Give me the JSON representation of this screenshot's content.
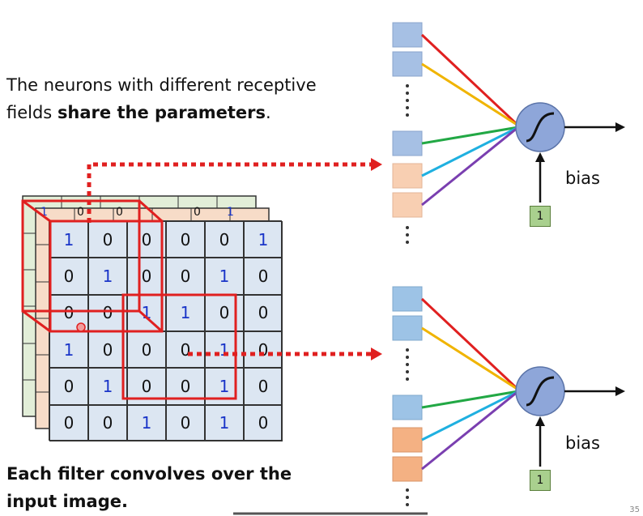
{
  "text": {
    "top_line1": "The neurons with different receptive",
    "top_line2_a": "fields ",
    "top_line2_b": "share the parameters",
    "top_line2_c": ".",
    "bottom_line1": "Each filter convolves over the",
    "bottom_line2": "input image."
  },
  "neurons": [
    {
      "bias_label": "bias",
      "bias_value": "1"
    },
    {
      "bias_label": "bias",
      "bias_value": "1"
    }
  ],
  "matrix": [
    [
      "1",
      "0",
      "0",
      "0",
      "0",
      "1"
    ],
    [
      "0",
      "1",
      "0",
      "0",
      "1",
      "0"
    ],
    [
      "0",
      "0",
      "1",
      "1",
      "0",
      "0"
    ],
    [
      "1",
      "0",
      "0",
      "0",
      "1",
      "0"
    ],
    [
      "0",
      "1",
      "0",
      "0",
      "1",
      "0"
    ],
    [
      "0",
      "0",
      "1",
      "0",
      "1",
      "0"
    ]
  ],
  "page_number": "35",
  "colors": {
    "matrix_bg": "#dce6f2",
    "one_text": "#1a35c8",
    "receptive_field": "#e02020",
    "input_blue": "#a6c0e4",
    "input_peach": "#f8cfb2",
    "neuron": "#8ea6d9",
    "bias_box": "#a9d08e"
  }
}
